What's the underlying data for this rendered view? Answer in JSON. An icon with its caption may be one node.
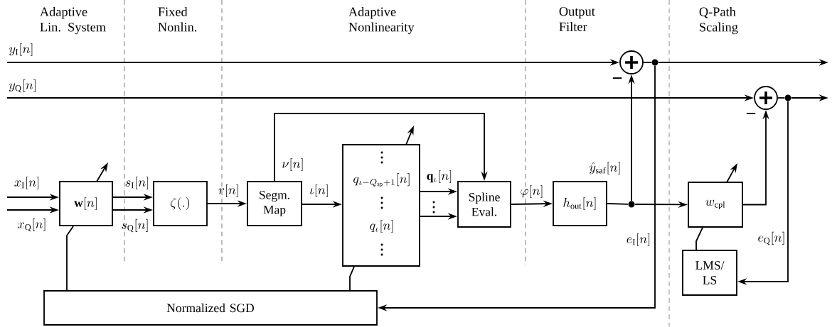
{
  "diagram": {
    "nodes": [
      {
        "text": [
          "\\mathbf{w}[n]"
        ]
      },
      {
        "text": [
          "\\zeta(.)"
        ]
      },
      {
        "text": [
          "Segm. Map"
        ]
      },
      {
        "text": [
          "q_{\\iota-Q_{\\mathrm{sp}}+1}[n]",
          "q_{\\iota}[n]"
        ]
      },
      {
        "text": [
          "Spline Eval."
        ]
      },
      {
        "text": [
          "h_{\\mathrm{out}}[n]"
        ]
      },
      {
        "text": [],
        "shape": "circle"
      },
      {
        "text": [],
        "shape": "circle"
      },
      {
        "text": [],
        "shape": "dot"
      },
      {
        "text": [],
        "shape": "dot"
      },
      {
        "text": [],
        "shape": "dot"
      },
      {
        "text": [
          "w_{\\mathrm{cpl}}"
        ]
      },
      {
        "text": [
          "LMS/ LS"
        ]
      },
      {
        "text": [
          "Normalized SGD"
        ]
      }
    ],
    "edges": [
      {
        "from": null,
        "to": 0,
        "arrow": "to",
        "label": "x_{\\mathrm{I}}[n]"
      },
      {
        "from": null,
        "to": 0,
        "arrow": "to",
        "label": "x_{\\mathrm{Q}}[n]"
      },
      {
        "from": 0,
        "to": 1,
        "arrow": "to",
        "label": "s_{\\mathrm{I}}[n]"
      },
      {
        "from": 0,
        "to": 1,
        "arrow": "to",
        "label": "s_{\\mathrm{Q}}[n]"
      },
      {
        "from": 1,
        "to": 2,
        "arrow": "to",
        "label": "r[n]"
      },
      {
        "from": 2,
        "to": 3,
        "arrow": "to",
        "label": "\\iota[n]"
      },
      {
        "from": 2,
        "to": 4,
        "arrow": "to",
        "label": "\\nu[n]"
      },
      {
        "from": 3,
        "to": 4,
        "arrow": "to",
        "label": "\\mathbf{q}_{\\iota}[n]"
      },
      {
        "from": 3,
        "to": 4,
        "arrow": "to"
      },
      {
        "from": 4,
        "to": 5,
        "arrow": "to",
        "label": "\\varphi[n]"
      },
      {
        "from": 5,
        "to": 8,
        "arrow": "none"
      },
      {
        "from": 8,
        "to": 6,
        "arrow": "to",
        "label": "\\hat{y}_{\\mathrm{saf}}[n]"
      },
      {
        "from": 8,
        "to": 11,
        "arrow": "to"
      },
      {
        "from": null,
        "to": 6,
        "arrow": "to",
        "label": "y_{\\mathrm{I}}[n]"
      },
      {
        "from": 6,
        "to": 9,
        "arrow": "none"
      },
      {
        "from": 9,
        "to": null,
        "arrow": "to"
      },
      {
        "from": 9,
        "to": 13,
        "arrow": "to",
        "label": "e_{\\mathrm{I}}[n]"
      },
      {
        "from": null,
        "to": 7,
        "arrow": "to",
        "label": "y_{\\mathrm{Q}}[n]"
      },
      {
        "from": 7,
        "to": 10,
        "arrow": "none"
      },
      {
        "from": 10,
        "to": null,
        "arrow": "to"
      },
      {
        "from": 10,
        "to": 12,
        "arrow": "to",
        "label": "e_{\\mathrm{Q}}[n]"
      },
      {
        "from": 11,
        "to": 7,
        "arrow": "to"
      },
      {
        "from": 12,
        "to": 11,
        "arrow": "none"
      },
      {
        "from": 13,
        "to": 0,
        "arrow": "none"
      },
      {
        "from": 13,
        "to": 3,
        "arrow": "none"
      }
    ],
    "labels": [
      "Adaptive Lin. System",
      "Fixed Nonlin.",
      "Adaptive Nonlinearity",
      "Output Filter",
      "Q-Path Scaling",
      "−",
      "−"
    ]
  }
}
